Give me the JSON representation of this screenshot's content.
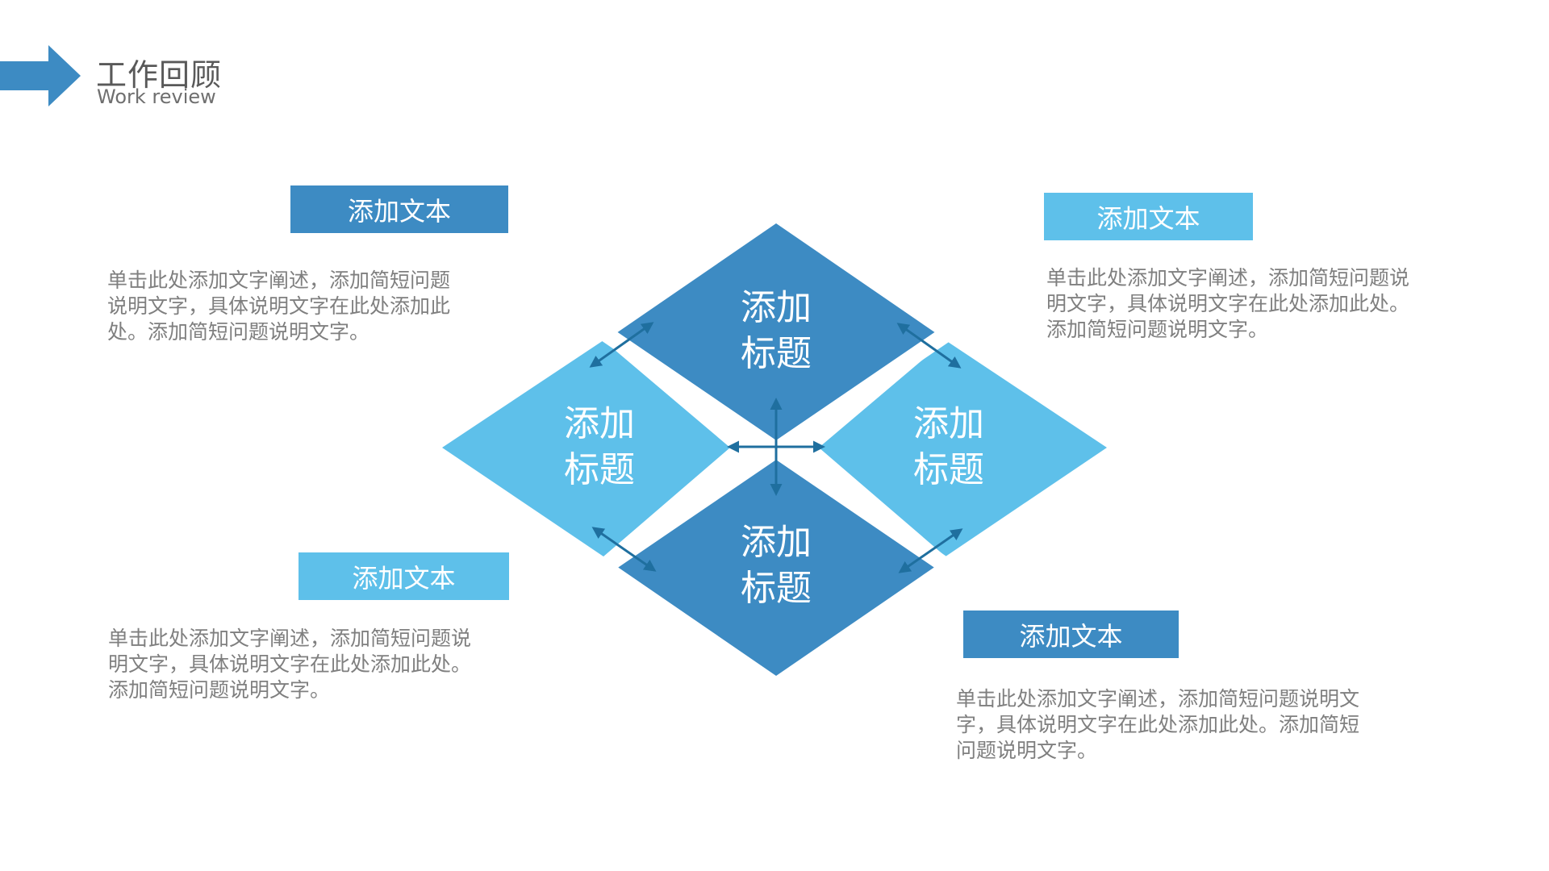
{
  "header": {
    "title": "工作回顾",
    "subtitle": "Work review",
    "arrow_color": "#3d8bc3"
  },
  "colors": {
    "dark_blue": "#3d8bc3",
    "light_blue": "#5ec0ea",
    "arrow": "#1f6f9f",
    "text_gray": "#7f7f7f"
  },
  "diagram": {
    "top": "添加\n标题",
    "left": "添加\n标题",
    "right": "添加\n标题",
    "bottom": "添加\n标题"
  },
  "blocks": {
    "top_left": {
      "label": "添加文本",
      "lines": [
        "单击此处添加文字阐述，添加简短问题",
        "说明文字，具体说明文字在此处添加此",
        "处。添加简短问题说明文字。"
      ]
    },
    "top_right": {
      "label": "添加文本",
      "lines": [
        "单击此处添加文字阐述，添加简短问题说",
        "明文字，具体说明文字在此处添加此处。",
        "添加简短问题说明文字。"
      ]
    },
    "bottom_left": {
      "label": "添加文本",
      "lines": [
        "单击此处添加文字阐述，添加简短问题说",
        "明文字，具体说明文字在此处添加此处。",
        "添加简短问题说明文字。"
      ]
    },
    "bottom_right": {
      "label": "添加文本",
      "lines": [
        "单击此处添加文字阐述，添加简短问题说明文",
        "字，具体说明文字在此处添加此处。添加简短",
        "问题说明文字。"
      ]
    }
  }
}
